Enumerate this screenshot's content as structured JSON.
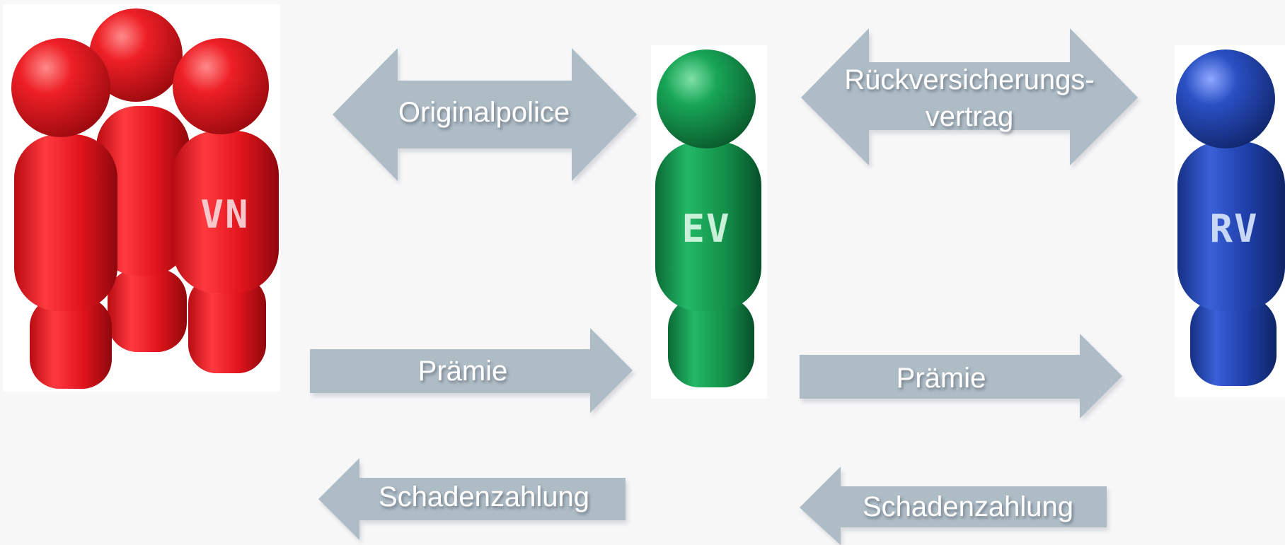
{
  "figures": {
    "vn": {
      "label": "VN",
      "color": "#e0141c",
      "label_color": "#f6c8cc"
    },
    "ev": {
      "label": "EV",
      "color": "#14914a",
      "label_color": "#c9f0d8"
    },
    "rv": {
      "label": "RV",
      "color": "#1e3fa8",
      "label_color": "#c8d8f6"
    }
  },
  "arrows": {
    "originalpolice": "Originalpolice",
    "rueckversicherungsvertrag_line1": "Rückversicherungs-",
    "rueckversicherungsvertrag_line2": "vertrag",
    "praemie_left": "Prämie",
    "praemie_right": "Prämie",
    "schadenzahlung_left": "Schadenzahlung",
    "schadenzahlung_right": "Schadenzahlung",
    "arrow_color": "#aebcc6"
  }
}
